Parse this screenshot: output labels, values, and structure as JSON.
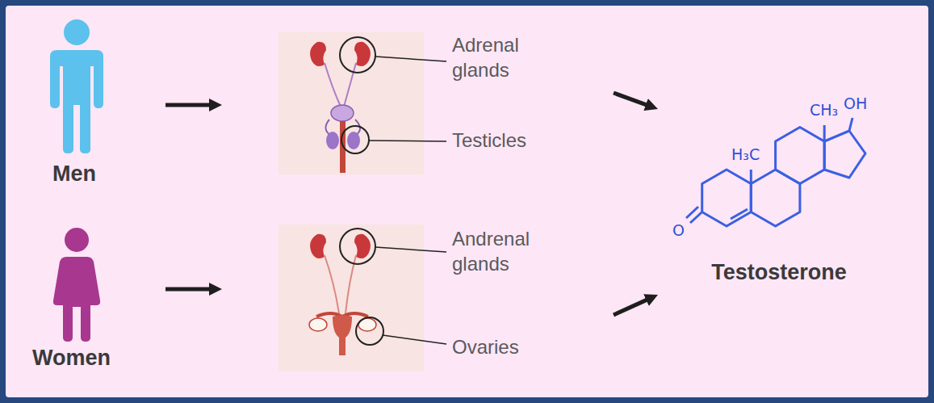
{
  "diagram": {
    "nodes": [
      {
        "text": [
          "Men"
        ]
      },
      {
        "text": [
          "Adrenal glands",
          "Testicles"
        ]
      },
      {
        "text": [
          "Women"
        ]
      },
      {
        "text": [
          "Andrenal glands",
          "Ovaries"
        ]
      },
      {
        "text": [
          "Testosterone"
        ]
      }
    ],
    "edges": [
      {
        "from": 0,
        "to": 1,
        "arrow": "to"
      },
      {
        "from": 1,
        "to": 4,
        "arrow": "to"
      },
      {
        "from": 2,
        "to": 3,
        "arrow": "to"
      },
      {
        "from": 3,
        "to": 4,
        "arrow": "to"
      }
    ],
    "labels": [
      "H₃C",
      "CH₃",
      "OH",
      "O"
    ]
  }
}
